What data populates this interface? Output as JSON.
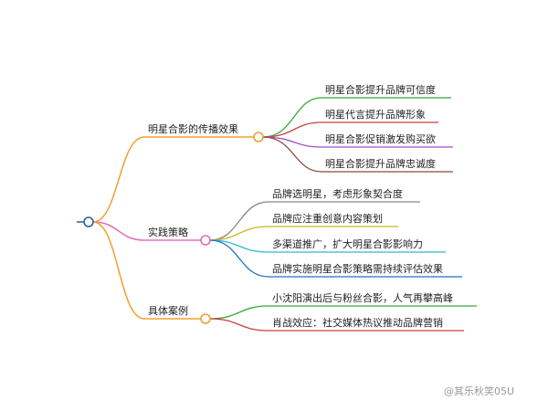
{
  "colors": {
    "root": "#2f5f9e",
    "spread": "#f0a030",
    "practice": "#e070b8",
    "cases": "#f0a030",
    "green": "#3aa83a",
    "red": "#c84040",
    "purple": "#a050c8",
    "brown": "#8a4a3a",
    "gray": "#888888",
    "yellow": "#c8b820",
    "cyan": "#30b8d0",
    "blue": "#2070c0"
  },
  "branches": [
    {
      "label": "明星合影的传播效果",
      "items": [
        "明星合影提升品牌可信度",
        "明星代言提升品牌形象",
        "明星合影促销激发购买欲",
        "明星合影提升品牌忠诚度"
      ]
    },
    {
      "label": "实践策略",
      "items": [
        "品牌选明星，考虑形象契合度",
        "品牌应注重创意内容策划",
        "多渠道推广，扩大明星合影影响力",
        "品牌实施明星合影策略需持续评估效果"
      ]
    },
    {
      "label": "具体案例",
      "items": [
        "小沈阳演出后与粉丝合影，人气再攀高峰",
        "肖战效应：社交媒体热议推动品牌营销"
      ]
    }
  ],
  "watermark": {
    "text": "@其乐秋笑05U"
  }
}
